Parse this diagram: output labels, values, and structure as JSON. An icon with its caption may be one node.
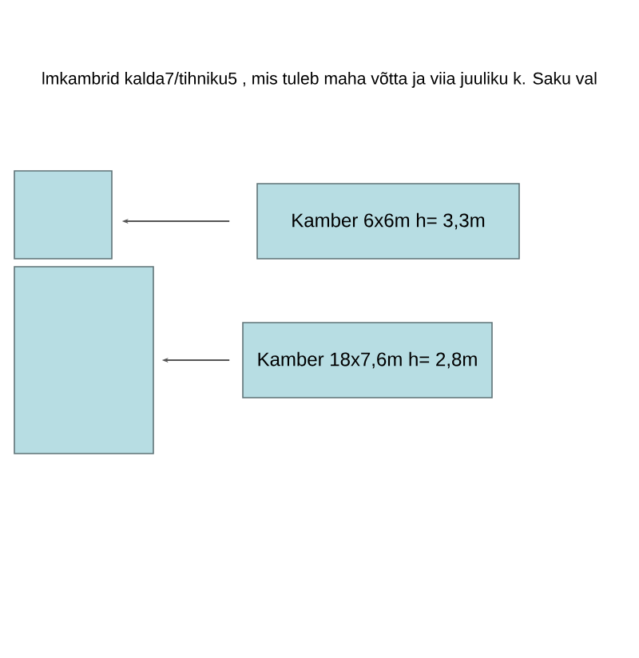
{
  "diagram": {
    "nodes": [
      {
        "text": [],
        "shape": "box"
      },
      {
        "text": [
          "Kamber 6x6m h= 3,3m"
        ]
      },
      {
        "text": [],
        "shape": "box"
      },
      {
        "text": [
          "Kamber 18x7,6m h= 2,8m"
        ]
      }
    ],
    "edges": [
      {
        "from": 1,
        "to": 0,
        "arrow": "to"
      },
      {
        "from": 3,
        "to": 2,
        "arrow": "to"
      }
    ],
    "labels": [
      "lmkambrid kalda7/tihniku5 , mis tuleb maha võtta ja viia juuliku k. Saku val"
    ]
  }
}
